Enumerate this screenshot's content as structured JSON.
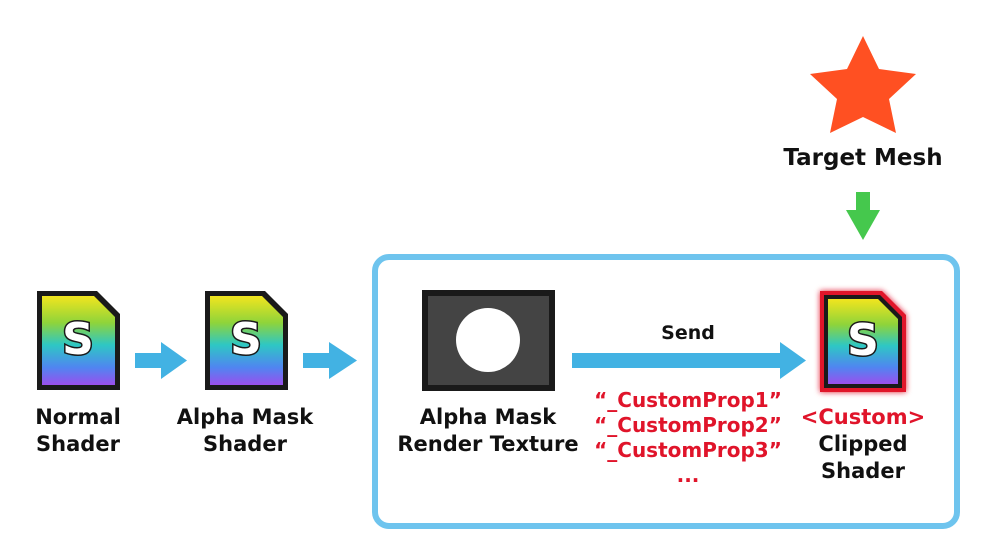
{
  "nodes": {
    "normal_shader": {
      "line1": "Normal",
      "line2": "Shader"
    },
    "alpha_mask_shader": {
      "line1": "Alpha Mask",
      "line2": "Shader"
    },
    "render_texture": {
      "line1": "Alpha Mask",
      "line2": "Render Texture"
    },
    "clipped_shader": {
      "tag": "<Custom>",
      "line1": "Clipped",
      "line2": "Shader"
    },
    "target_mesh": {
      "label": "Target Mesh"
    }
  },
  "edge_send": {
    "label": "Send",
    "properties": [
      "“_CustomProp1”",
      "“_CustomProp2”",
      "“_CustomProp3”",
      "..."
    ]
  },
  "shader_icon_letter": "S",
  "colors": {
    "arrow": "#42b2e3",
    "group_border": "#6ec4ee",
    "down_arrow": "#45c84d",
    "star": "#ff5022",
    "highlight": "#e0142a"
  },
  "icons": [
    "shader-file-icon",
    "render-texture-icon",
    "star-icon"
  ]
}
